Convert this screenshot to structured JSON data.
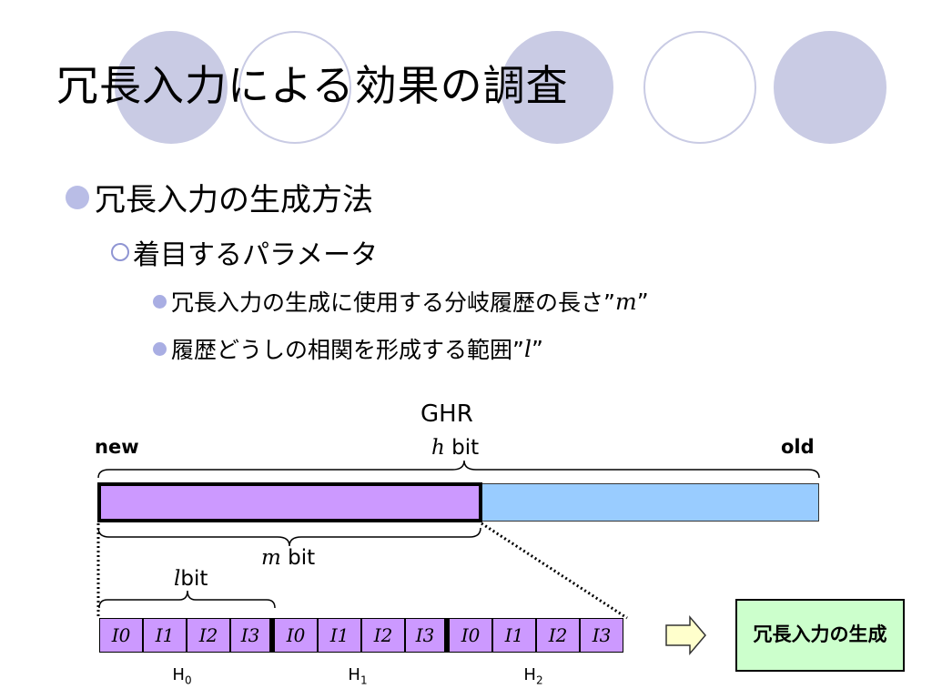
{
  "slide": {
    "title": "冗長入力による効果の調査",
    "decor_color": "#c9cbe4",
    "bullets": {
      "level1": "冗長入力の生成方法",
      "level2": "着目するパラメータ",
      "level3a": {
        "text": "冗長入力の生成に使用する分岐履歴の長さ”",
        "var": "m",
        "close": " ”"
      },
      "level3b": {
        "text": "履歴どうしの相関を形成する範囲”",
        "var": "l",
        "close": "”"
      }
    }
  },
  "diagram": {
    "ghr_label": "GHR",
    "h_bit": {
      "var": "h",
      "unit": " bit"
    },
    "new_label": "new",
    "old_label": "old",
    "m_bit": {
      "var": "m",
      "unit": " bit"
    },
    "l_bit": {
      "var": "l",
      "unit": "bit"
    },
    "cells": [
      "I0",
      "I1",
      "I2",
      "I3",
      "I0",
      "I1",
      "I2",
      "I3",
      "I0",
      "I1",
      "I2",
      "I3"
    ],
    "groups": [
      {
        "base": "H",
        "sub": "0"
      },
      {
        "base": "H",
        "sub": "1"
      },
      {
        "base": "H",
        "sub": "2"
      }
    ],
    "result_label": "冗長入力の生成",
    "colors": {
      "recent_bits": "#cc99ff",
      "old_bits": "#99ccff",
      "result": "#ccffcc",
      "arrow": "#ffffcc"
    }
  }
}
